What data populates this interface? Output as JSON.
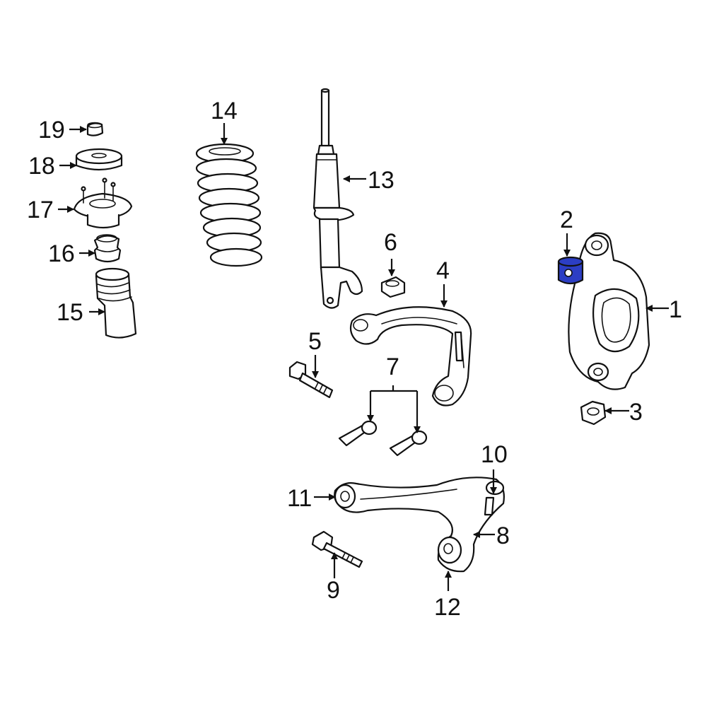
{
  "diagram": {
    "highlight_color": "#2c3ec4",
    "highlighted_part": "2",
    "callouts": {
      "c1": "1",
      "c2": "2",
      "c3": "3",
      "c4": "4",
      "c5": "5",
      "c6": "6",
      "c7": "7",
      "c8": "8",
      "c9": "9",
      "c10": "10",
      "c11": "11",
      "c12": "12",
      "c13": "13",
      "c14": "14",
      "c15": "15",
      "c16": "16",
      "c17": "17",
      "c18": "18",
      "c19": "19"
    }
  }
}
